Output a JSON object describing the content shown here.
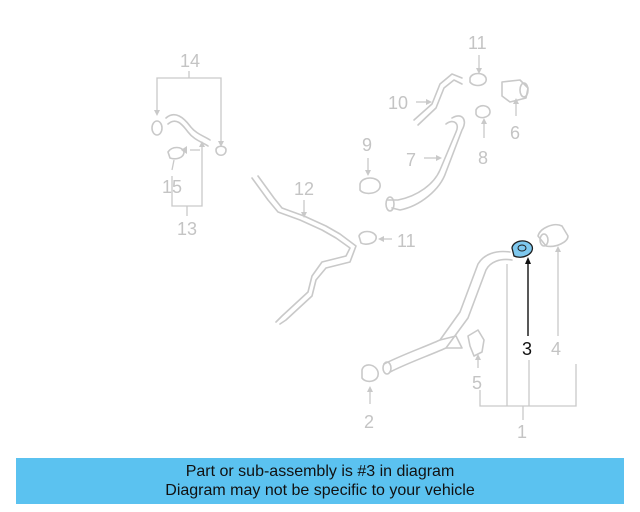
{
  "banner": {
    "line1": "Part or sub-assembly is #3 in diagram",
    "line2": "Diagram may not be specific to your vehicle"
  },
  "callouts": {
    "c14": "14",
    "c15": "15",
    "c13": "13",
    "c12": "12",
    "c11a": "11",
    "c11b": "11",
    "c10": "10",
    "c9": "9",
    "c8": "8",
    "c7": "7",
    "c6": "6",
    "c5": "5",
    "c4": "4",
    "c3": "3",
    "c2": "2",
    "c1": "1"
  },
  "colors": {
    "highlight_part": "#7ec8ee",
    "banner_background": "#5bc2f0",
    "faded_lines": "#c9c9c9"
  }
}
